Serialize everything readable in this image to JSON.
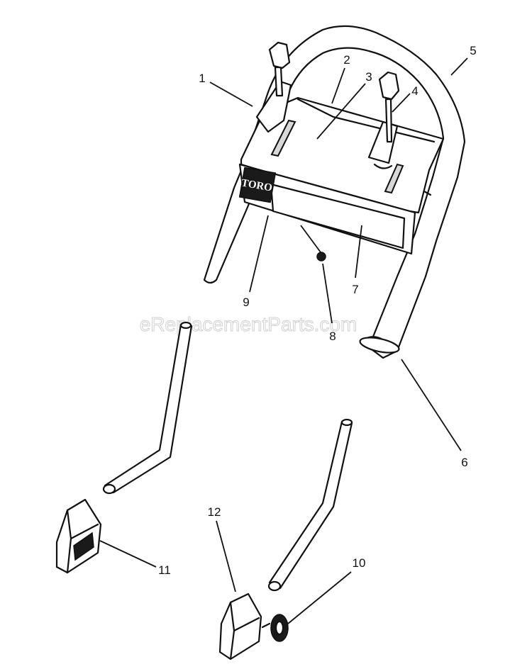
{
  "watermark": "eReplacementParts.com",
  "brand_logo": "TORO",
  "callouts": [
    "1",
    "2",
    "3",
    "4",
    "5",
    "6",
    "7",
    "8",
    "9",
    "10",
    "11",
    "12"
  ]
}
